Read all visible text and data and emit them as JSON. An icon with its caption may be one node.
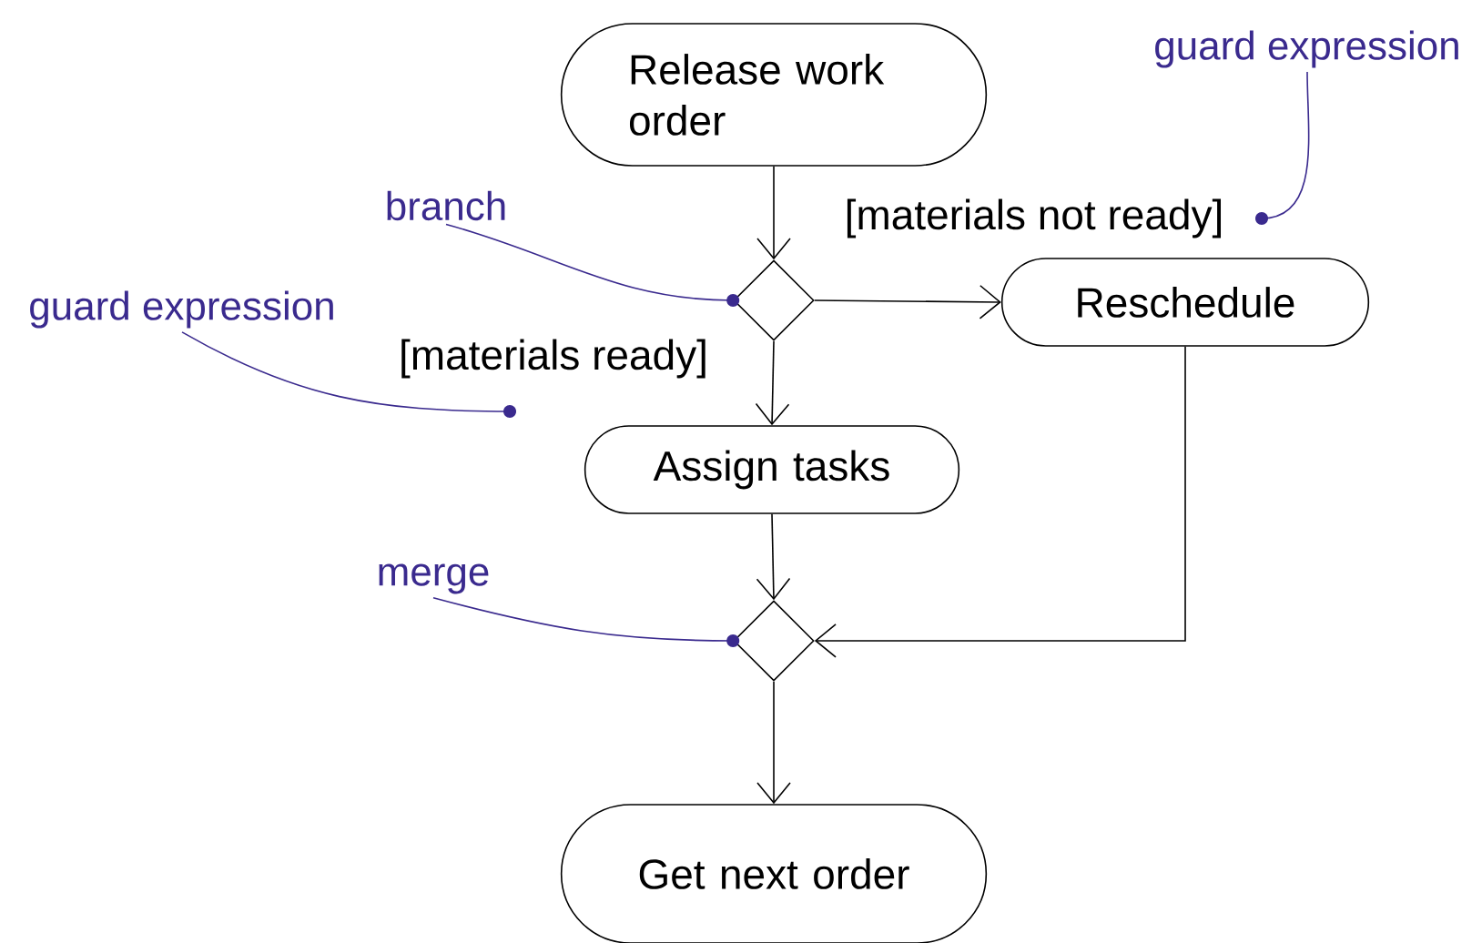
{
  "diagram": {
    "nodes": [
      {
        "text": [
          "Release work order"
        ]
      },
      {
        "text": [],
        "shape": "diamond"
      },
      {
        "text": [
          "Reschedule"
        ]
      },
      {
        "text": [
          "Assign tasks"
        ]
      },
      {
        "text": [],
        "shape": "diamond"
      },
      {
        "text": [
          "Get next order"
        ]
      },
      {
        "text": [
          "guard expression"
        ]
      },
      {
        "text": [
          "branch"
        ]
      },
      {
        "text": [
          "guard expression"
        ]
      },
      {
        "text": [
          "merge"
        ]
      }
    ],
    "edges": [
      {
        "from": 0,
        "to": 1,
        "arrow": "to"
      },
      {
        "from": 1,
        "to": 2,
        "arrow": "to",
        "label": "[materials not ready]"
      },
      {
        "from": 1,
        "to": 3,
        "arrow": "to",
        "label": "[materials ready]"
      },
      {
        "from": 3,
        "to": 4,
        "arrow": "to"
      },
      {
        "from": 2,
        "to": 4,
        "arrow": "to"
      },
      {
        "from": 4,
        "to": 5,
        "arrow": "to"
      },
      {
        "from": 6,
        "to": null,
        "arrow": "other",
        "color": "#3a2a8e"
      },
      {
        "from": 7,
        "to": 1,
        "arrow": "other",
        "color": "#3a2a8e"
      },
      {
        "from": 8,
        "to": null,
        "arrow": "other",
        "color": "#3a2a8e"
      },
      {
        "from": 9,
        "to": 4,
        "arrow": "other",
        "color": "#3a2a8e"
      }
    ]
  }
}
